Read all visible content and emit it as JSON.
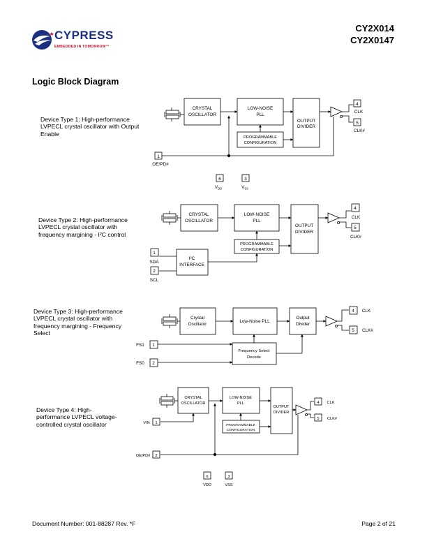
{
  "header": {
    "brand": "CYPRESS",
    "tagline": "EMBEDDED IN TOMORROW™",
    "part_numbers": [
      "CY2X014",
      "CY2X0147"
    ]
  },
  "title": "Logic Block Diagram",
  "diagrams": [
    {
      "description": "Device Type 1: High-performance LVPECL crystal oscillator with Output Enable",
      "blocks": {
        "oscillator": [
          "CRYSTAL",
          "OSCILLATOR"
        ],
        "pll": [
          "LOW-NOISE",
          "PLL"
        ],
        "config": [
          "PROGRAMMABLE",
          "CONFIGURATION"
        ],
        "divider": [
          "OUTPUT",
          "DIVIDER"
        ]
      },
      "pins": [
        {
          "num": "4",
          "label": "CLK"
        },
        {
          "num": "5",
          "label": "CLK#"
        },
        {
          "num": "1",
          "label": "OE/PD#"
        },
        {
          "num": "6",
          "label": "V",
          "sub": "DD"
        },
        {
          "num": "3",
          "label": "V",
          "sub": "SS"
        }
      ]
    },
    {
      "description": "Device Type 2: High-performance LVPECL crystal oscillator with frequency margining - I²C control",
      "blocks": {
        "oscillator": [
          "CRYSTAL",
          "OSCILLATOR"
        ],
        "pll": [
          "LOW-NOISE",
          "PLL"
        ],
        "config": [
          "PROGRAMMABLE",
          "CONFIGURATION"
        ],
        "divider": [
          "OUTPUT",
          "DIVIDER"
        ],
        "i2c": [
          "I²C",
          "INTERFACE"
        ]
      },
      "pins": [
        {
          "num": "4",
          "label": "CLK"
        },
        {
          "num": "5",
          "label": "CLK#"
        },
        {
          "num": "1",
          "label": "SDA"
        },
        {
          "num": "2",
          "label": "SCL"
        }
      ]
    },
    {
      "description": "Device Type 3: High-performance LVPECL crystal oscillator with frequency margining - Frequency Select",
      "blocks": {
        "oscillator": [
          "Crystal",
          "Oscillator"
        ],
        "pll": [
          "Low-Noise PLL"
        ],
        "divider": [
          "Output",
          "Divider"
        ],
        "fsel": [
          "Frequency Select",
          "Decode"
        ]
      },
      "pins": [
        {
          "num": "4",
          "label": "CLK"
        },
        {
          "num": "5",
          "label": "CLK#"
        },
        {
          "num": "1",
          "label": "FS1"
        },
        {
          "num": "2",
          "label": "FS0"
        }
      ]
    },
    {
      "description": "Device Type 4: High-performance LVPECL voltage-controlled crystal oscillator",
      "blocks": {
        "oscillator": [
          "CRYSTAL",
          "OSCILLATOR"
        ],
        "pll": [
          "LOW-NOISE",
          "PLL"
        ],
        "config": [
          "PROGRAMMABLE",
          "CONFIGURATION"
        ],
        "divider": [
          "OUTPUT",
          "DIVIDER"
        ]
      },
      "pins": [
        {
          "num": "4",
          "label": "CLK"
        },
        {
          "num": "5",
          "label": "CLK#"
        },
        {
          "num": "1",
          "label": "VIN"
        },
        {
          "num": "2",
          "label": "OE/PD#"
        },
        {
          "num": "6",
          "label": "VDD"
        },
        {
          "num": "3",
          "label": "VSS"
        }
      ]
    }
  ],
  "footer": {
    "document_number": "Document Number: 001-88287 Rev. *F",
    "page": "Page 2 of 21"
  }
}
